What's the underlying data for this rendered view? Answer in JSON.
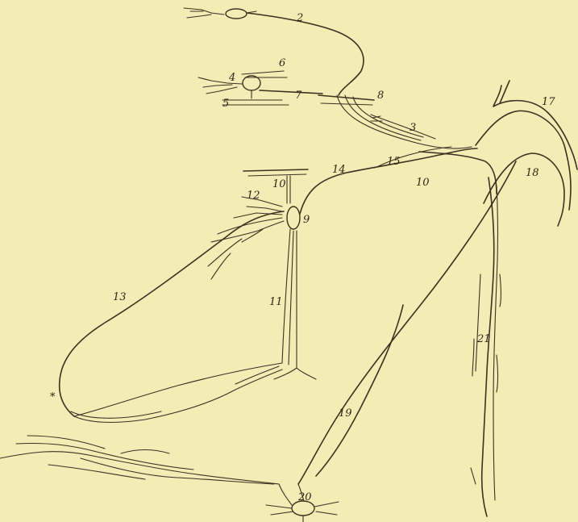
{
  "colors": {
    "paper": "#f4ecb5",
    "ink": "#3b3220"
  },
  "labels": {
    "l2": "2",
    "l3": "3",
    "l4": "4",
    "l5": "5",
    "l6": "6",
    "l7": "7",
    "l8": "8",
    "l9": "9",
    "l10": "10",
    "l10b": "10",
    "l11": "11",
    "l12": "12",
    "l13": "13",
    "l14": "14",
    "l15": "15",
    "l17": "17",
    "l18": "18",
    "l19": "19",
    "l20": "20",
    "l21": "21",
    "star": "*"
  }
}
